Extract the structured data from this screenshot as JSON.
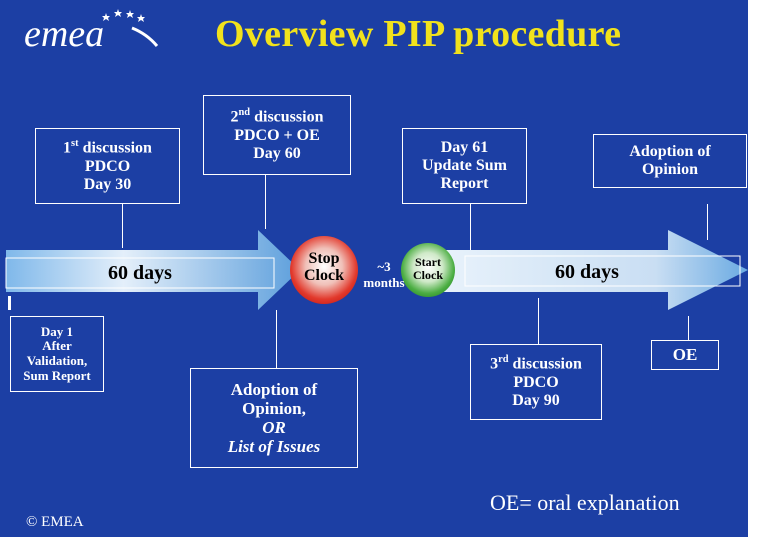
{
  "title": "Overview PIP procedure",
  "logo_text": "emea",
  "boxes": {
    "d1": {
      "line1": "1",
      "sup": "st",
      "line1b": " discussion",
      "line2": "PDCO",
      "line3": "Day 30"
    },
    "d2": {
      "line1": "2",
      "sup": "nd",
      "line1b": " discussion",
      "line2": "PDCO + OE",
      "line3": "Day 60"
    },
    "d61": {
      "line1": "Day 61",
      "line2": "Update Sum",
      "line3": "Report"
    },
    "adopt_top": {
      "line1": "Adoption of",
      "line2": "Opinion"
    },
    "day1": {
      "line1": "Day 1",
      "line2": "After",
      "line3": "Validation,",
      "line4": "Sum Report"
    },
    "adopt_bottom": {
      "line1": "Adoption of",
      "line2": "Opinion,",
      "line3": "OR",
      "line4": "List of Issues"
    },
    "d3": {
      "line1": "3",
      "sup": "rd",
      "line1b": " discussion",
      "line2": "PDCO",
      "line3": "Day 90"
    },
    "oe": {
      "line1": "OE"
    }
  },
  "timeline": {
    "left_days": "60 days",
    "right_days": "60 days",
    "stop": {
      "line1": "Stop",
      "line2": "Clock"
    },
    "start": {
      "line1": "Start",
      "line2": "Clock"
    },
    "gap": {
      "line1": "~3",
      "line2": "months"
    }
  },
  "legend": "OE= oral explanation",
  "copyright": "© EMEA",
  "colors": {
    "background": "#1c3fa4",
    "title": "#f1e21c",
    "stop": "#e0302a",
    "start": "#3ea43a",
    "arrow_light": "#e8f2fb",
    "arrow_mid": "#5aa6e0"
  }
}
